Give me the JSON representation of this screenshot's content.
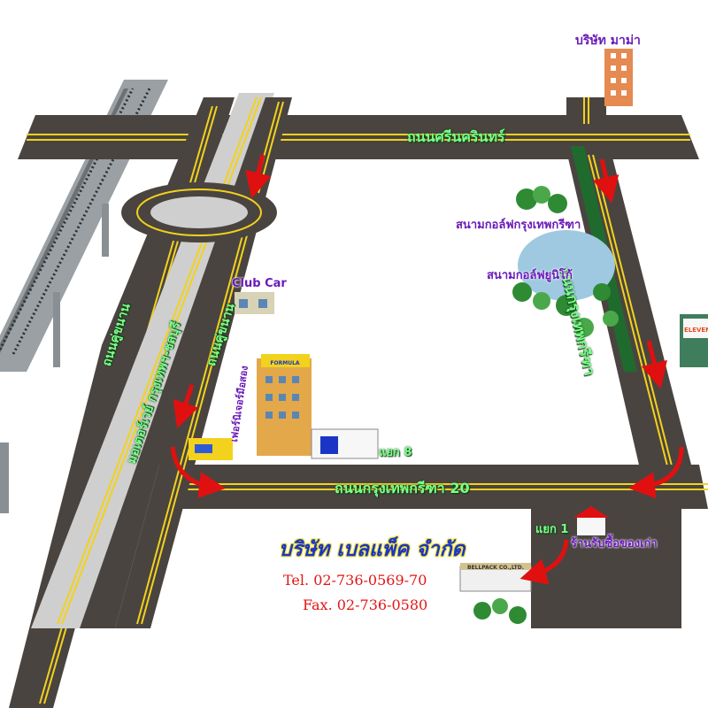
{
  "map": {
    "roads": {
      "srinakarin": "ถนนศรีนครินทร์",
      "krungthep_kreetha_20": "ถนนกรุงเทพกรีฑา 20",
      "krungthep_kreetha": "ถนนกรุงเทพกรีฑา",
      "kukhanan_left": "ถนนคู่ขนาน",
      "kukhanan_mid": "ถนนคู่ขนาน",
      "motorway": "มอเตอร์เวย์ กรุงเทพฯ-ชลบุรี"
    },
    "places": {
      "mama_company": "บริษัท มาม่า",
      "golf_krungthep": "สนามกอล์ฟกรุงเทพกรีฑา",
      "golf_unico": "สนามกอล์ฟยูนิโก้",
      "club_car": "Club Car",
      "furniture_shop": "เฟอร์นิเจอร์มือสอง",
      "yaek_8": "แยก 8",
      "yaek_1": "แยก 1",
      "junk_shop": "ร้านรับซื้อของเก่า",
      "formula_sign": "FORMULA",
      "seven_eleven_sign": "ELEVEN",
      "bellpack_sign": "BELLPACK CO.,LTD."
    },
    "company": {
      "name": "บริษัท เบลแพ็ค จำกัด",
      "tel": "Tel. 02-736-0569-70",
      "fax": "Fax. 02-736-0580"
    },
    "colors": {
      "road": "#4a4440",
      "road_line": "#f2d21c",
      "expressway": "#cfcfcf",
      "arrow": "#e01010",
      "road_label": "#7dff8a",
      "place_label": "#6a1bb8",
      "company_name": "#1a35c6",
      "contact": "#e31515"
    }
  }
}
